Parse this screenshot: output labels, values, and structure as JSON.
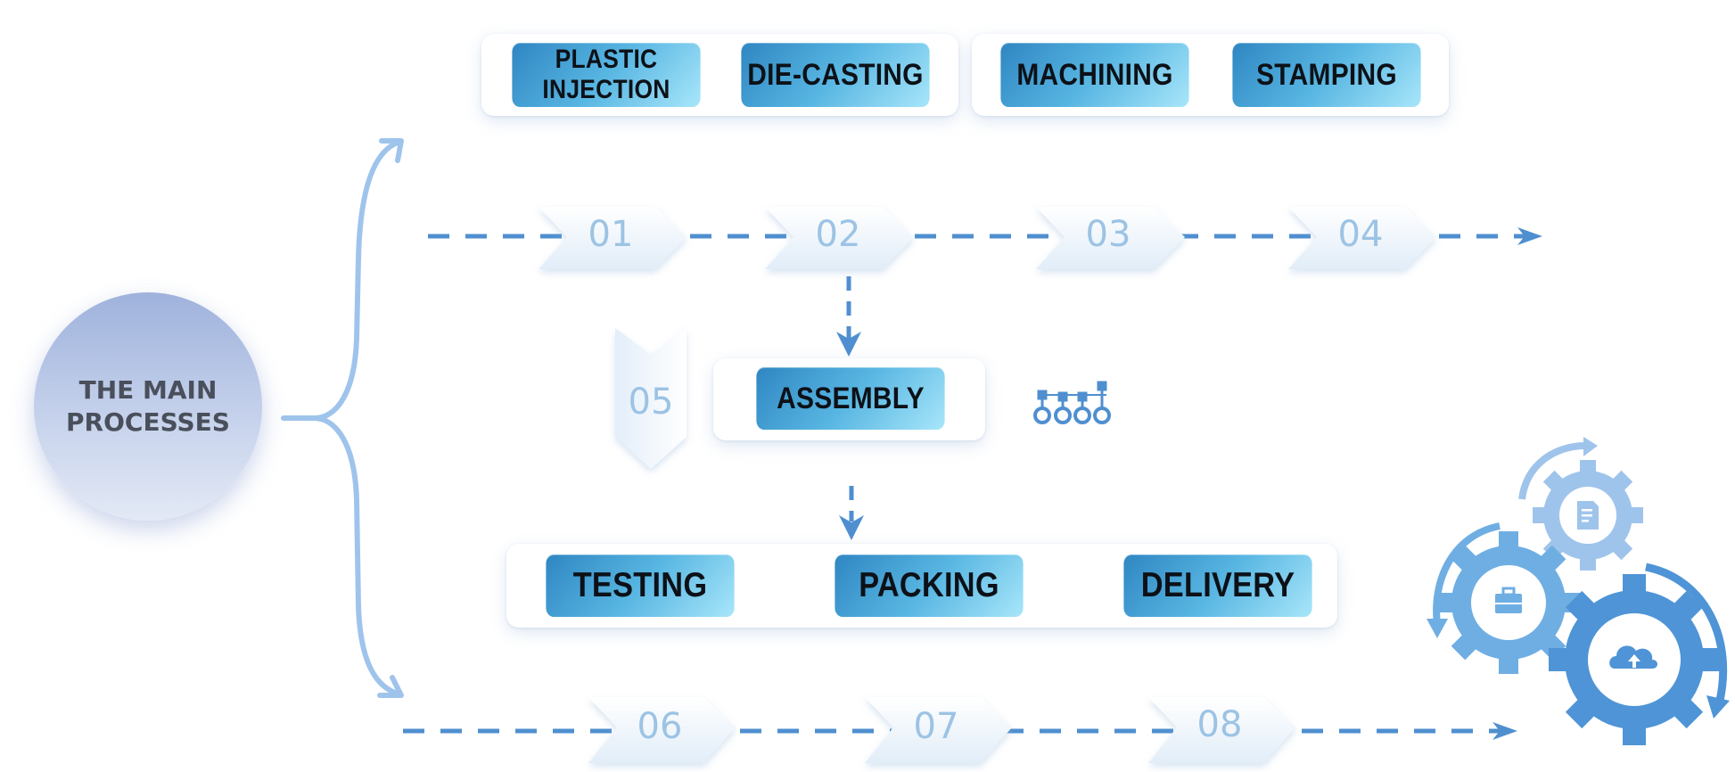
{
  "center": {
    "title_line1": "THE MAIN",
    "title_line2": "PROCESSES"
  },
  "top_groups": [
    [
      "PLASTIC INJECTION",
      "DIE-CASTING"
    ],
    [
      "MACHINING",
      "STAMPING"
    ]
  ],
  "assembly": "ASSEMBLY",
  "bottom_group": [
    "TESTING",
    "PACKING",
    "DELIVERY"
  ],
  "steps": {
    "s01": "01",
    "s02": "02",
    "s03": "03",
    "s04": "04",
    "s05": "05",
    "s06": "06",
    "s07": "07",
    "s08": "08"
  },
  "icons": {
    "gears": [
      "document-icon",
      "briefcase-icon",
      "cloud-upload-icon"
    ],
    "tools": "robotic-tools-icon"
  },
  "colors": {
    "arrow": "#4f8fd0",
    "pill_dark": "#2f86c2",
    "pill_light": "#a8e6fa",
    "step_text": "#9cc3e4",
    "gear": "#4f94d6"
  }
}
